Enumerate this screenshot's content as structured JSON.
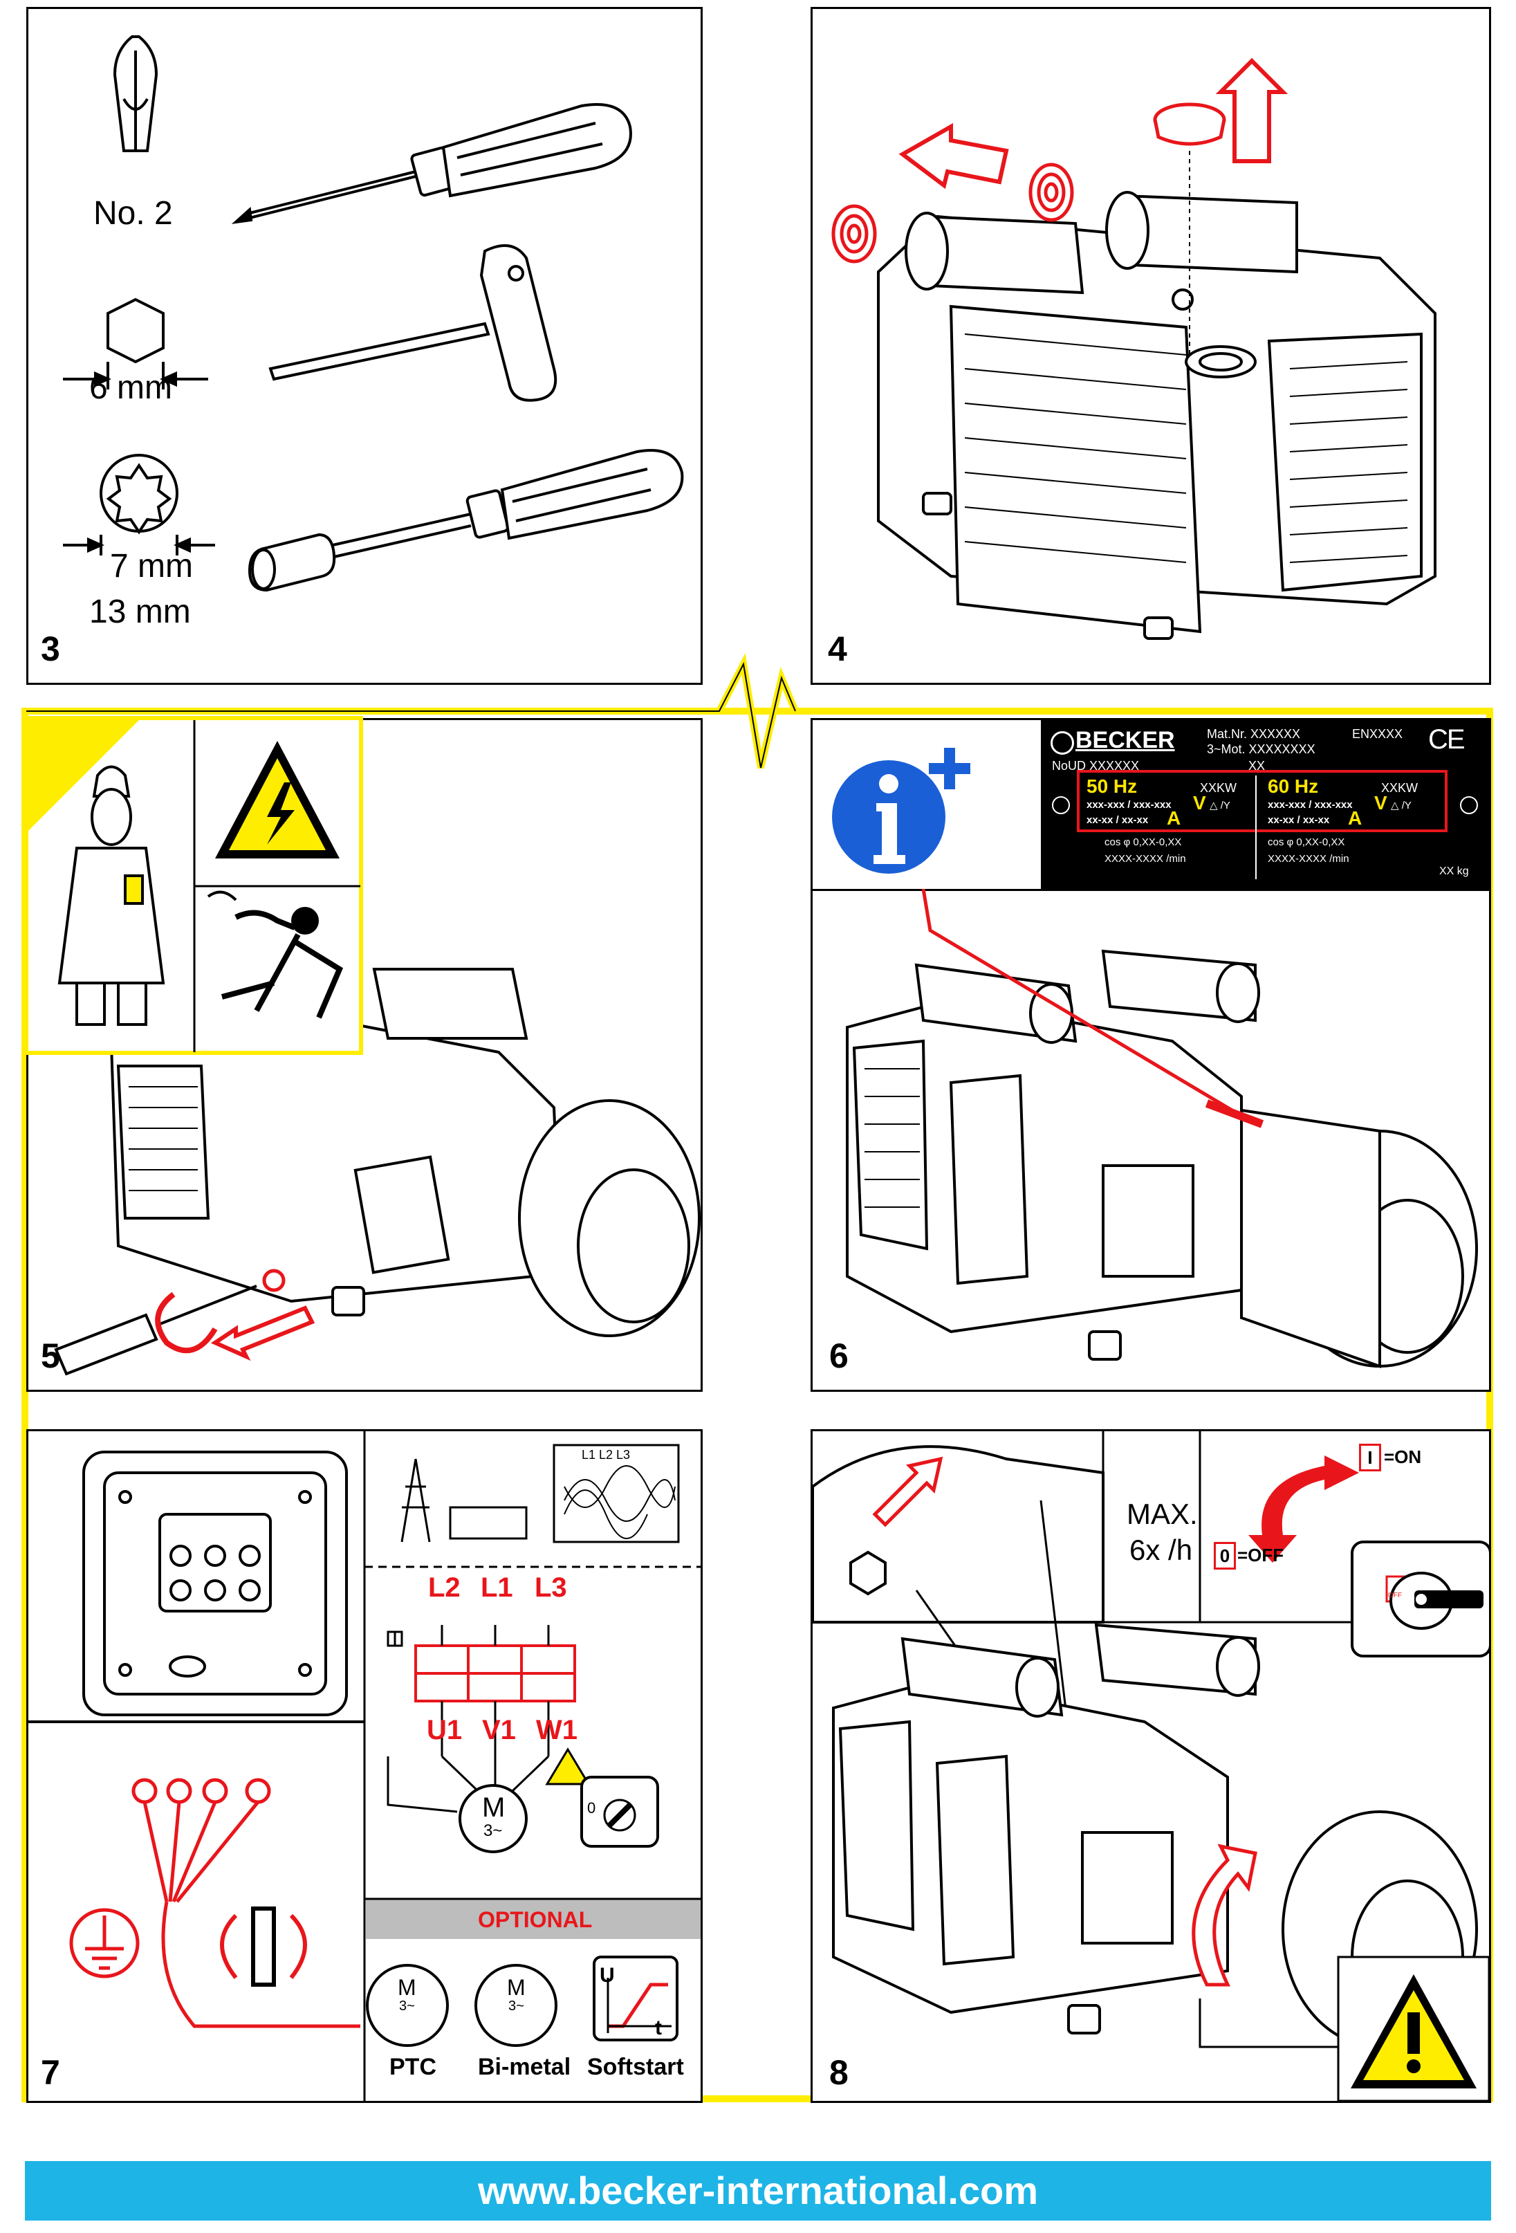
{
  "steps": {
    "s3": "3",
    "s4": "4",
    "s5": "5",
    "s6": "6",
    "s7": "7",
    "s8": "8"
  },
  "tools": {
    "phillips_label": "No. 2",
    "hex_label": "6 mm",
    "socket_label_1": "7 mm",
    "socket_label_2": "13 mm"
  },
  "nameplate": {
    "brand": "BECKER",
    "mat_nr": "Mat.Nr. XXXXXX",
    "mot": "3~Mot. XXXXXXXX",
    "en": "ENXXXX",
    "ce": "CE",
    "no_ud": "NoUD XXXXXX",
    "xx": "XX",
    "hz50": "50 Hz",
    "hz60": "60 Hz",
    "kw50": "XXKW",
    "kw60": "XXKW",
    "volt50": "xxx-xxx / xxx-xxx",
    "volt60": "xxx-xxx / xxx-xxx",
    "v_letter": "V",
    "delta_y": "△ /Y",
    "amp50": "xx-xx / xx-xx",
    "amp60": "xx-xx / xx-xx",
    "a_letter": "A",
    "cos50": "cos φ 0,XX-0,XX",
    "cos60": "cos φ 0,XX-0,XX",
    "rpm50": "XXXX-XXXX /min",
    "rpm60": "XXXX-XXXX /min",
    "weight": "XX kg"
  },
  "wiring": {
    "phases_small": "L1 L2 L3",
    "l2": "L2",
    "l1": "L1",
    "l3": "L3",
    "u1": "U1",
    "v1": "V1",
    "w1": "W1",
    "motor_m": "M",
    "motor_3": "3~",
    "switch_0": "0",
    "optional": "OPTIONAL",
    "ptc": "PTC",
    "bimetal": "Bi-metal",
    "softstart": "Softstart",
    "u_axis": "U",
    "t_axis": "t"
  },
  "start": {
    "max": "MAX.",
    "rate": "6x /h",
    "on_box": "I",
    "on_label": "=ON",
    "off_box": "0",
    "off_label": "=OFF",
    "dial_off": "OFF"
  },
  "footer": {
    "url": "www.becker-international.com"
  },
  "colors": {
    "accent_red": "#e8161b",
    "warning_yellow": "#ffed00",
    "info_blue": "#1a5fd6",
    "footer_cyan": "#1eb4e6",
    "nameplate_black": "#000000",
    "nameplate_yellow": "#ffe600"
  }
}
